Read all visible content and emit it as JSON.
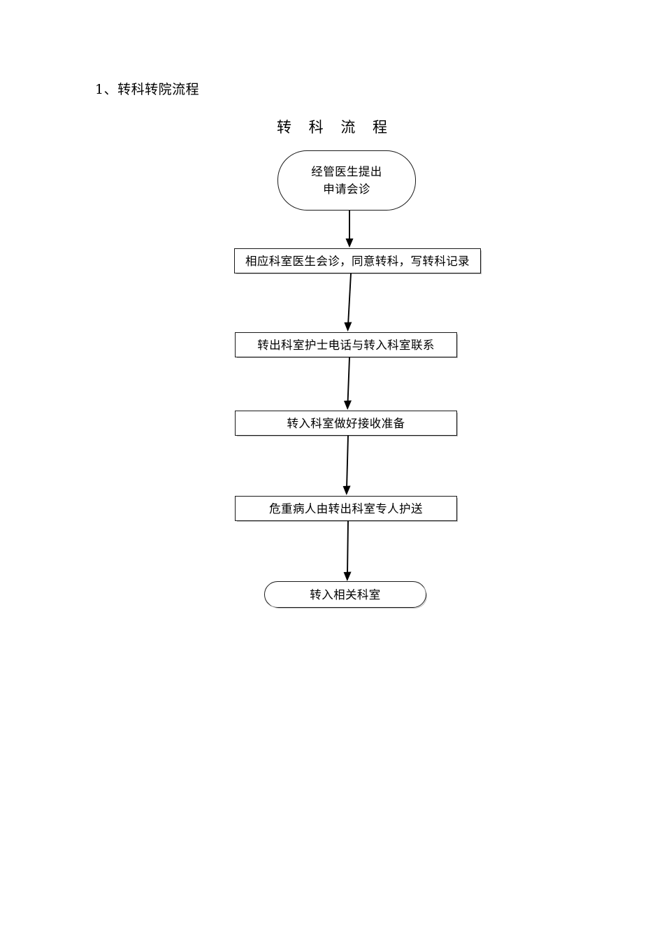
{
  "document": {
    "heading": "1、转科转院流程"
  },
  "flowchart": {
    "title": "转 科 流 程",
    "nodes": [
      {
        "id": "start",
        "shape": "rounded",
        "label": "经管医生提出\n申请会诊"
      },
      {
        "id": "step1",
        "shape": "rect",
        "label": "相应科室医生会诊，同意转科，写转科记录"
      },
      {
        "id": "step2",
        "shape": "rect",
        "label": "转出科室护士电话与转入科室联系"
      },
      {
        "id": "step3",
        "shape": "rect",
        "label": "转入科室做好接收准备"
      },
      {
        "id": "step4",
        "shape": "rect",
        "label": "危重病人由转出科室专人护送"
      },
      {
        "id": "end",
        "shape": "pill",
        "label": "转入相关科室"
      }
    ],
    "connectors": [
      {
        "id": "c1",
        "from": "start",
        "to": "step1",
        "arrow": "down"
      },
      {
        "id": "c2",
        "from": "step1",
        "to": "step2",
        "arrow": "down"
      },
      {
        "id": "c3",
        "from": "step2",
        "to": "step3",
        "arrow": "down"
      },
      {
        "id": "c4",
        "from": "step3",
        "to": "step4",
        "arrow": "down"
      },
      {
        "id": "c5",
        "from": "step4",
        "to": "end",
        "arrow": "down"
      }
    ],
    "colors": {
      "stroke": "#1a1a1a",
      "fill": "#ffffff",
      "text": "#000000"
    }
  }
}
